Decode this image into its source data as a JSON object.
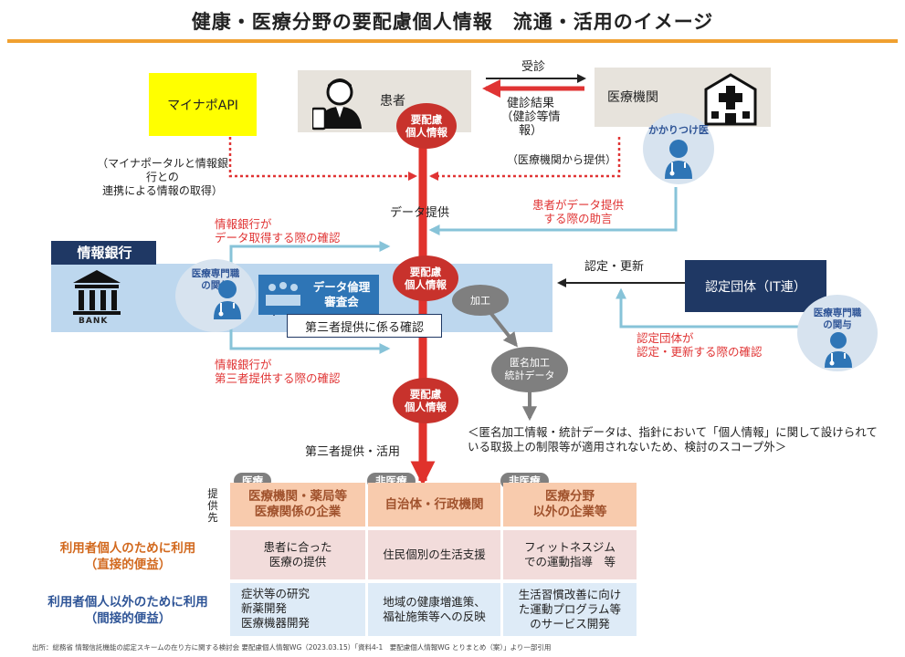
{
  "title": "健康・医療分野の要配慮個人情報　流通・活用のイメージ",
  "mynapo": "マイナポAPI",
  "patient": "患者",
  "medical": "医療機関",
  "visit": "受診",
  "checkup_result": "健診結果",
  "checkup_sub": "（健診等情報）",
  "oval_label": "要配慮\n個人情報",
  "kakaritsuke": "かかりつけ医",
  "mynaportal_note": "（マイナポータルと情報銀行との\n連携による情報の取得）",
  "from_medical": "（医療機関から提供）",
  "data_provide": "データ提供",
  "patient_advice": "患者がデータ提供\nする際の助言",
  "bank_acquire": "情報銀行が\nデータ取得する際の確認",
  "info_bank": "情報銀行",
  "bank_word": "BANK",
  "med_expert": "医療専門職\nの関与",
  "ethics": "データ倫理\n審査会",
  "third_check": "第三者提供に係る確認",
  "process": "加工",
  "anonymous": "匿名加工\n統計データ",
  "cert_update": "認定・更新",
  "cert_body": "認定団体（IT連）",
  "cert_advice": "認定団体が\n認定・更新する際の確認",
  "bank_third": "情報銀行が\n第三者提供する際の確認",
  "scope_note": "＜匿名加工情報・統計データは、指針において「個人情報」に関して設けられて\nいる取扱上の制限等が適用されないため、検討のスコープ外＞",
  "third_party_use": "第三者提供・活用",
  "provide_to": "提\n供\n先",
  "tags": [
    "医療",
    "非医療",
    "非医療"
  ],
  "recipients": [
    "医療機関・薬局等\n医療関係の企業",
    "自治体・行政機関",
    "医療分野\n以外の企業等"
  ],
  "direct_label": "利用者個人のために利用\n（直接的便益）",
  "indirect_label": "利用者個人以外のために利用\n（間接的便益）",
  "direct": [
    "患者に合った\n医療の提供",
    "住民個別の生活支援",
    "フィットネスジム\nでの運動指導　等"
  ],
  "indirect": [
    "症状等の研究\n新薬開発\n医療機器開発",
    "地域の健康増進策、\n福祉施策等への反映",
    "生活習慣改善に向け\nた運動プログラム等\nのサービス開発"
  ],
  "source": "出所：総務省 情報信託機能の認定スキームの在り方に関する検討会 要配慮個人情報WG（2023.03.15）「資料4-1　要配慮個人情報WG とりまとめ（案）」より一部引用",
  "colors": {
    "red": "#c8322c",
    "redtext": "#e03434",
    "lightblue": "#87c3d8",
    "navy": "#1f3864",
    "bank_band": "#bdd7ee",
    "peach": "#f8cbad",
    "pink": "#f2dcdb",
    "lblue": "#deebf7",
    "orange_rule": "#f0a030"
  }
}
